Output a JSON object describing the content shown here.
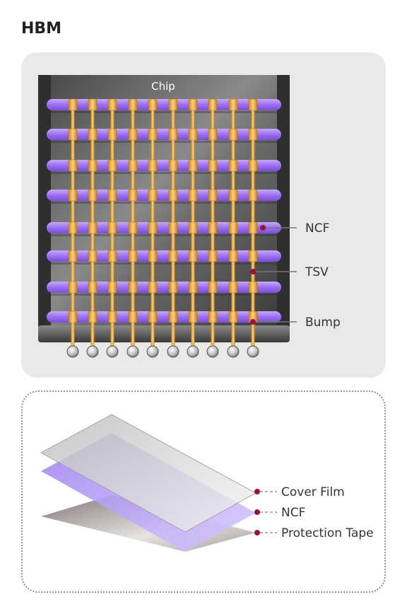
{
  "title": "HBM",
  "stack_diagram": {
    "chip_label": "Chip",
    "callouts": {
      "ncf": "NCF",
      "tsv": "TSV",
      "bump": "Bump"
    },
    "colors": {
      "ncf": "#a070f0",
      "tsv": "#f0a830",
      "chip": "#555555",
      "marker": "#9b1142"
    }
  },
  "film_diagram": {
    "layers": [
      "Cover Film",
      "NCF",
      "Protection Tape"
    ],
    "colors": {
      "cover_film": "#d0d0d0",
      "ncf": "#b49af0",
      "protection_tape": "#b0a8a4",
      "marker": "#9b1142"
    }
  }
}
